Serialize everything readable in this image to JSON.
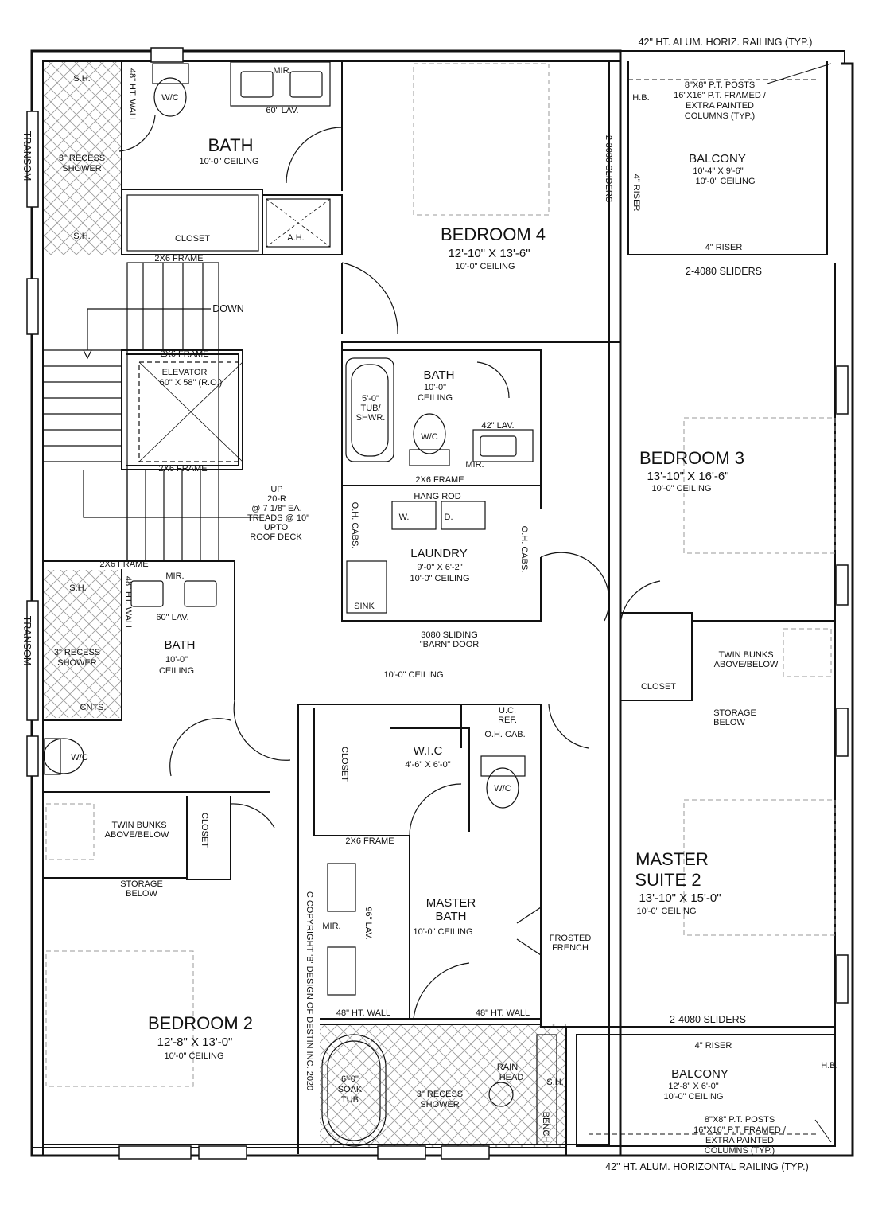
{
  "railing_top": "42\" HT. ALUM. HORIZ. RAILING (TYP.)",
  "railing_bottom": "42\" HT. ALUM. HORIZONTAL RAILING (TYP.)",
  "transom_1": "TRANSOM",
  "transom_2": "TRANSOM",
  "bath_top": {
    "name": "BATH",
    "ceiling": "10'-0\" CEILING",
    "shower": [
      "3\" RECESS",
      "SHOWER"
    ],
    "sh": "S.H.",
    "sh2": "S.H.",
    "wall": "48\" HT. WALL",
    "wc": "W/C",
    "mir": "MIR.",
    "lav": "60\" LAV.",
    "closet": "CLOSET",
    "ah": "A.H."
  },
  "frame_1": "2X6 FRAME",
  "frame_2": "2X6 FRAME",
  "frame_3": "2X6 FRAME",
  "frame_4": "2X6 FRAME",
  "frame_5": "2X6 FRAME",
  "frame_6": "2X6 FRAME",
  "down": "DOWN",
  "elevator": [
    "ELEVATOR",
    "60\" X 58\" (R.O.)"
  ],
  "stair_note": [
    "UP",
    "20-R",
    "@ 7 1/8\" EA.",
    "TREADS @ 10\"",
    "UPTO",
    "ROOF DECK"
  ],
  "bedroom4": {
    "name": "BEDROOM 4",
    "size": "12'-10\" X 13'-6\"",
    "ceiling": "10'-0\" CEILING",
    "sliders": "2-3080 SLIDERS"
  },
  "balcony_top": {
    "name": "BALCONY",
    "size": "10'-4\" X 9'-6\"",
    "ceiling": "10'-0\" CEILING",
    "hb": "H.B.",
    "posts": [
      "8\"X8\" P.T. POSTS",
      "16\"X16\" P.T. FRAMED /",
      "EXTRA PAINTED",
      "COLUMNS (TYP.)"
    ],
    "riser_side": "4\" RISER",
    "riser_bottom": "4\" RISER",
    "sliders": "2-4080 SLIDERS"
  },
  "bath_mid": {
    "name": "BATH",
    "ceiling": [
      "10'-0\"",
      "CEILING"
    ],
    "tub": [
      "5'-0\"",
      "TUB/",
      "SHWR."
    ],
    "lav": "42\" LAV.",
    "mir": "MIR.",
    "wc": "W/C"
  },
  "laundry": {
    "name": "LAUNDRY",
    "size": "9'-0\" X 6'-2\"",
    "ceiling": "10'-0\" CEILING",
    "hang": "HANG ROD",
    "w": "W.",
    "d": "D.",
    "cabs_l": "O.H. CABS.",
    "cabs_r": "O.H. CABS.",
    "sink": "SINK",
    "door": [
      "3080 SLIDING",
      "\"BARN\" DOOR"
    ]
  },
  "bedroom3": {
    "name": "BEDROOM 3",
    "size": "13'-10\" X 16'-6\"",
    "ceiling": "10'-0\" CEILING"
  },
  "bath_left": {
    "name": "BATH",
    "ceiling": [
      "10'-0\"",
      "CEILING"
    ],
    "shower": [
      "3\" RECESS",
      "SHOWER"
    ],
    "sh": "S.H.",
    "wall": "48\" HT. WALL",
    "mir": "MIR.",
    "lav": "60\" LAV.",
    "cnts": "CNTS.",
    "wc": "W/C"
  },
  "hall_ceiling": "10'-0\" CEILING",
  "twin_bunks_right": [
    "TWIN BUNKS",
    "ABOVE/BELOW"
  ],
  "closet_right": "CLOSET",
  "storage_right": [
    "STORAGE",
    "BELOW"
  ],
  "ucref": [
    "U.C.",
    "REF."
  ],
  "ohcab": "O.H. CAB.",
  "wic": {
    "name": "W.I.C",
    "size": "4'-6\" X 6'-0\""
  },
  "closet_wic": "CLOSET",
  "wc_master": "W/C",
  "twin_bunks_left": [
    "TWIN BUNKS",
    "ABOVE/BELOW"
  ],
  "closet_left": "CLOSET",
  "storage_left": [
    "STORAGE",
    "BELOW"
  ],
  "master_bath": {
    "name": [
      "MASTER",
      "BATH"
    ],
    "ceiling": "10'-0\" CEILING",
    "lav": "96\" LAV.",
    "mir": "MIR.",
    "wall_l": "48\" HT. WALL",
    "wall_r": "48\" HT. WALL",
    "tub": [
      "6'-0\"",
      "SOAK",
      "TUB"
    ],
    "shower": [
      "3\" RECESS",
      "SHOWER"
    ],
    "rain": [
      "RAIN",
      "HEAD"
    ],
    "sh": "S.H.",
    "bench": "BENCH"
  },
  "frosted": [
    "FROSTED",
    "FRENCH"
  ],
  "master_suite": {
    "name": [
      "MASTER",
      "SUITE 2"
    ],
    "size": "13'-10\" X 15'-0\"",
    "ceiling": "10'-0\" CEILING",
    "sliders": "2-4080 SLIDERS"
  },
  "bedroom2": {
    "name": "BEDROOM 2",
    "size": "12'-8\" X 13'-0\"",
    "ceiling": "10'-0\" CEILING"
  },
  "balcony_bottom": {
    "name": "BALCONY",
    "size": "12'-8\" X 6'-0\"",
    "ceiling": "10'-0\" CEILING",
    "riser": "4\" RISER",
    "hb": "H.B.",
    "posts": [
      "8\"X8\" P.T. POSTS",
      "16\"X16\" P.T. FRAMED /",
      "EXTRA PAINTED",
      "COLUMNS (TYP.)"
    ]
  },
  "copyright": "C COPYRIGHT 'B' DESIGN OF DESTIN INC. 2020"
}
